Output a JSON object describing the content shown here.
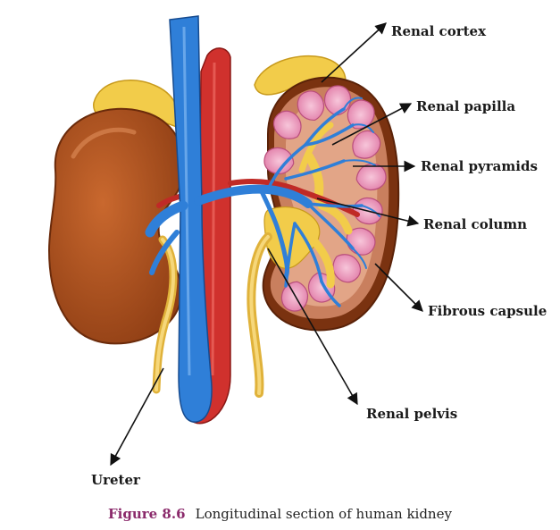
{
  "labels": {
    "renal_cortex": "Renal cortex",
    "renal_papilla": "Renal papilla",
    "renal_pyramids": "Renal pyramids",
    "renal_column": "Renal column",
    "fibrous_capsule": "Fibrous capsule",
    "renal_pelvis": "Renal pelvis",
    "ureter": "Ureter"
  },
  "caption": {
    "number": "Figure 8.6",
    "text": "Longitudinal section of human kidney"
  },
  "colors": {
    "kidney": "#b4541f",
    "kidney_dark": "#7a3210",
    "cortex": "#c97f5e",
    "pyramid": "#e58fb4",
    "pyramid_light": "#f4b9d1",
    "vein": "#2f7fd8",
    "artery": "#d0312d",
    "fat": "#f2cc4a",
    "ureter": "#f0c75a"
  }
}
